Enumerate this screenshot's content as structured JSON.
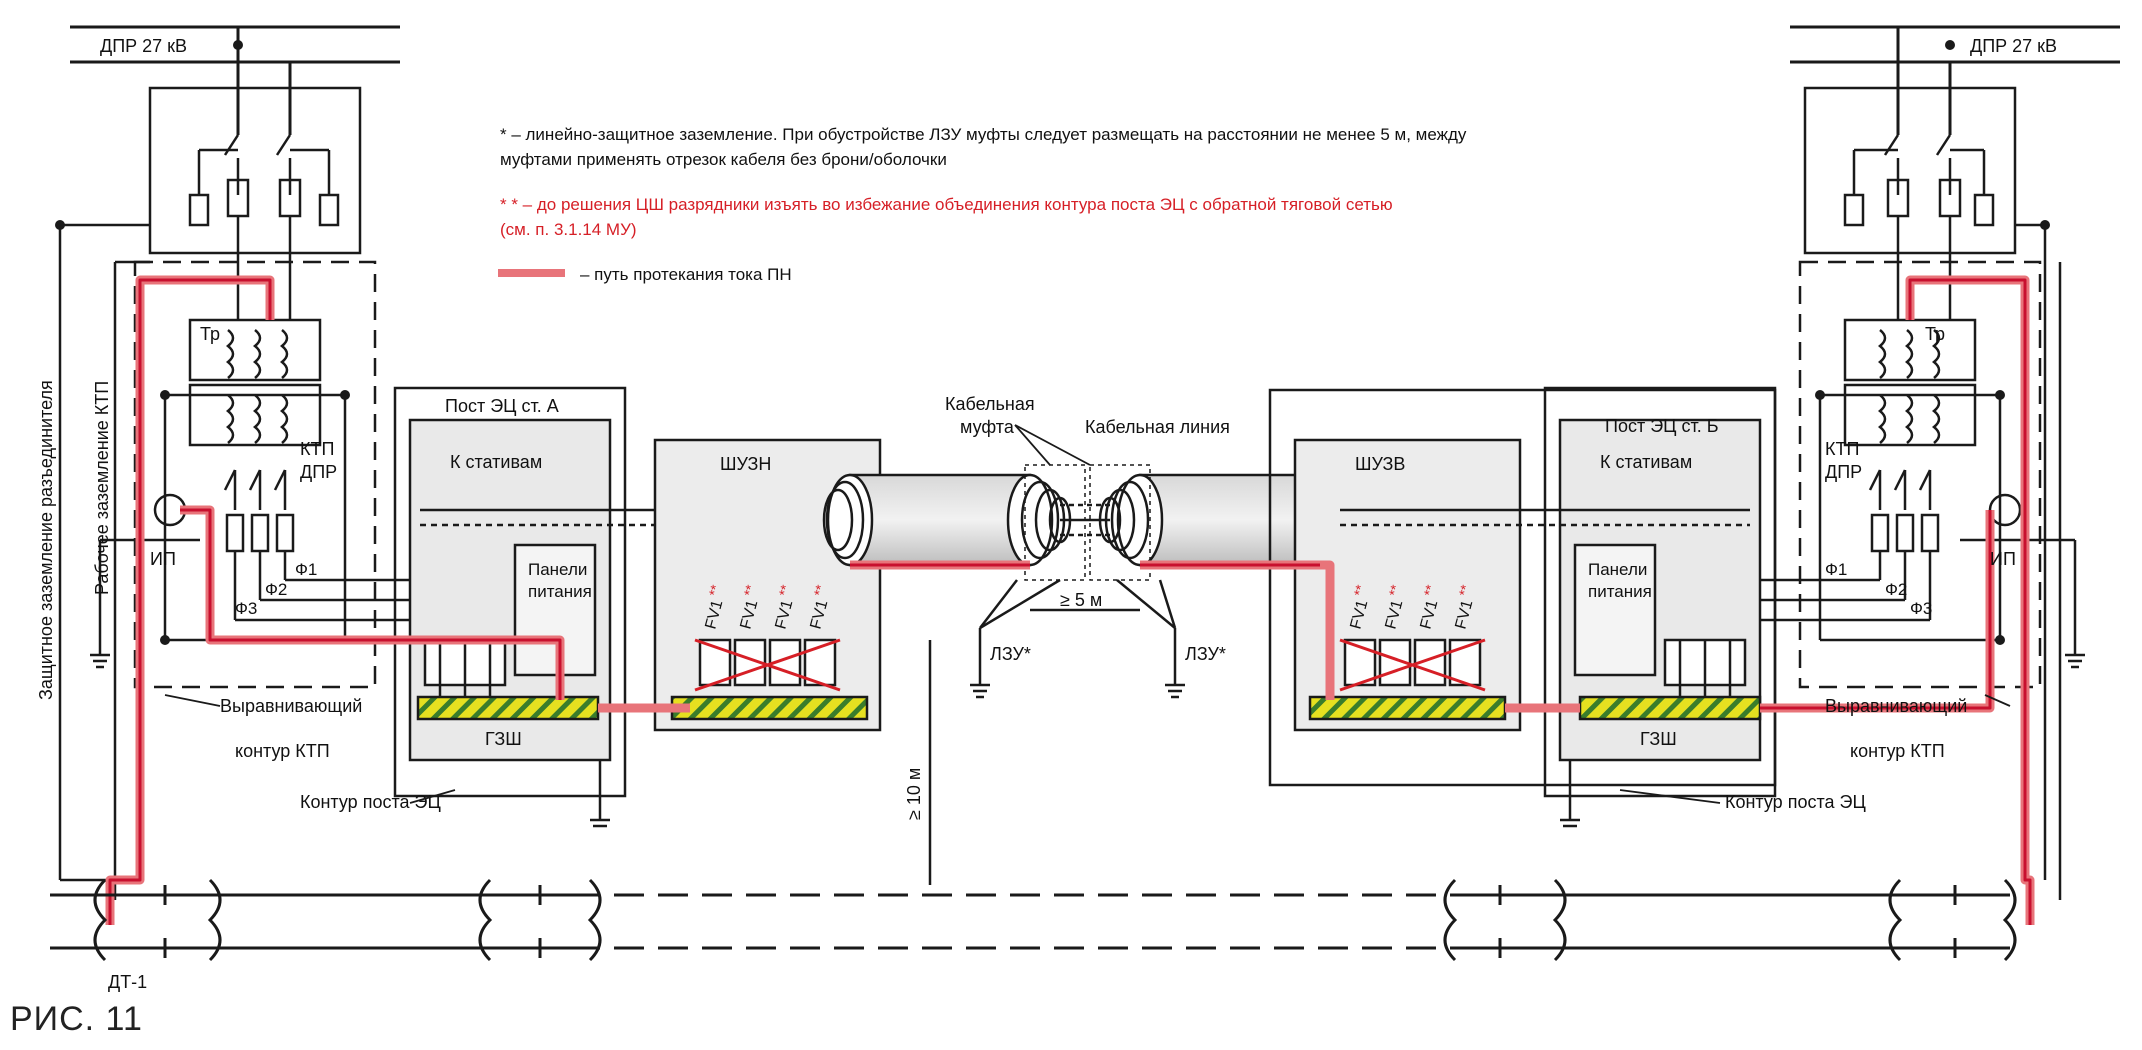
{
  "figure_caption": "РИС. 11",
  "notes": {
    "note1_line1": "* – линейно-защитное заземление. При обустройстве ЛЗУ муфты следует размещать на расстоянии не менее 5 м, между",
    "note1_line2": "муфтами применять отрезок кабеля без брони/оболочки",
    "note2_line1": "* * – до решения ЦШ разрядники изъять во избежание объединения контура поста ЭЦ с обратной тяговой сетью",
    "note2_line2": "(см. п. 3.1.14 МУ)",
    "legend_label": "– путь протекания тока ПН"
  },
  "labels": {
    "dpr_left": "ДПР 27 кВ",
    "dpr_right": "ДПР 27 кВ",
    "side_label_1": "Защитное заземление разъединителя",
    "side_label_2": "Рабочее заземление КТП",
    "tr_left": "Тр",
    "tr_right": "Тр",
    "ktp_left_1": "КТП",
    "ktp_left_2": "ДПР",
    "ktp_right_1": "КТП",
    "ktp_right_2": "ДПР",
    "ip_left": "ИП",
    "ip_right": "ИП",
    "f1_left": "Ф1",
    "f2_left": "Ф2",
    "f3_left": "Ф3",
    "f1_right": "Ф1",
    "f2_right": "Ф2",
    "f3_right": "Ф3",
    "post_a": "Пост ЭЦ ст. А",
    "post_b": "Пост ЭЦ ст. Б",
    "to_racks_left": "К стативам",
    "to_racks_right": "К стативам",
    "panels_left_1": "Панели",
    "panels_left_2": "питания",
    "panels_right_1": "Панели",
    "panels_right_2": "питания",
    "gzsh_left": "ГЗШ",
    "gzsh_right": "ГЗШ",
    "shuzn": "ШУЗН",
    "shuzv": "ШУЗВ",
    "cable_coupling_1": "Кабельная",
    "cable_coupling_2": "муфта",
    "cable_line": "Кабельная линия",
    "min_5m": "≥ 5 м",
    "min_10m": "≥ 10 м",
    "lzu_left": "ЛЗУ*",
    "lzu_right": "ЛЗУ*",
    "fv": "FV1",
    "fv_mark": "**",
    "eq_left_1": "Выравнивающий",
    "eq_left_2": "контур КТП",
    "eq_right_1": "Выравнивающий",
    "eq_right_2": "контур КТП",
    "contour_left": "Контур поста ЭЦ",
    "contour_right": "Контур поста ЭЦ",
    "dt1": "ДТ-1"
  },
  "colors": {
    "line": "#1a1a1a",
    "current_path": "#e8747a",
    "current_path_core": "#c8102e",
    "bus_yellow": "#e6e020",
    "bus_green": "#3a7d2b",
    "panel_fill": "#e9e9e9",
    "red_text": "#d61f26"
  }
}
